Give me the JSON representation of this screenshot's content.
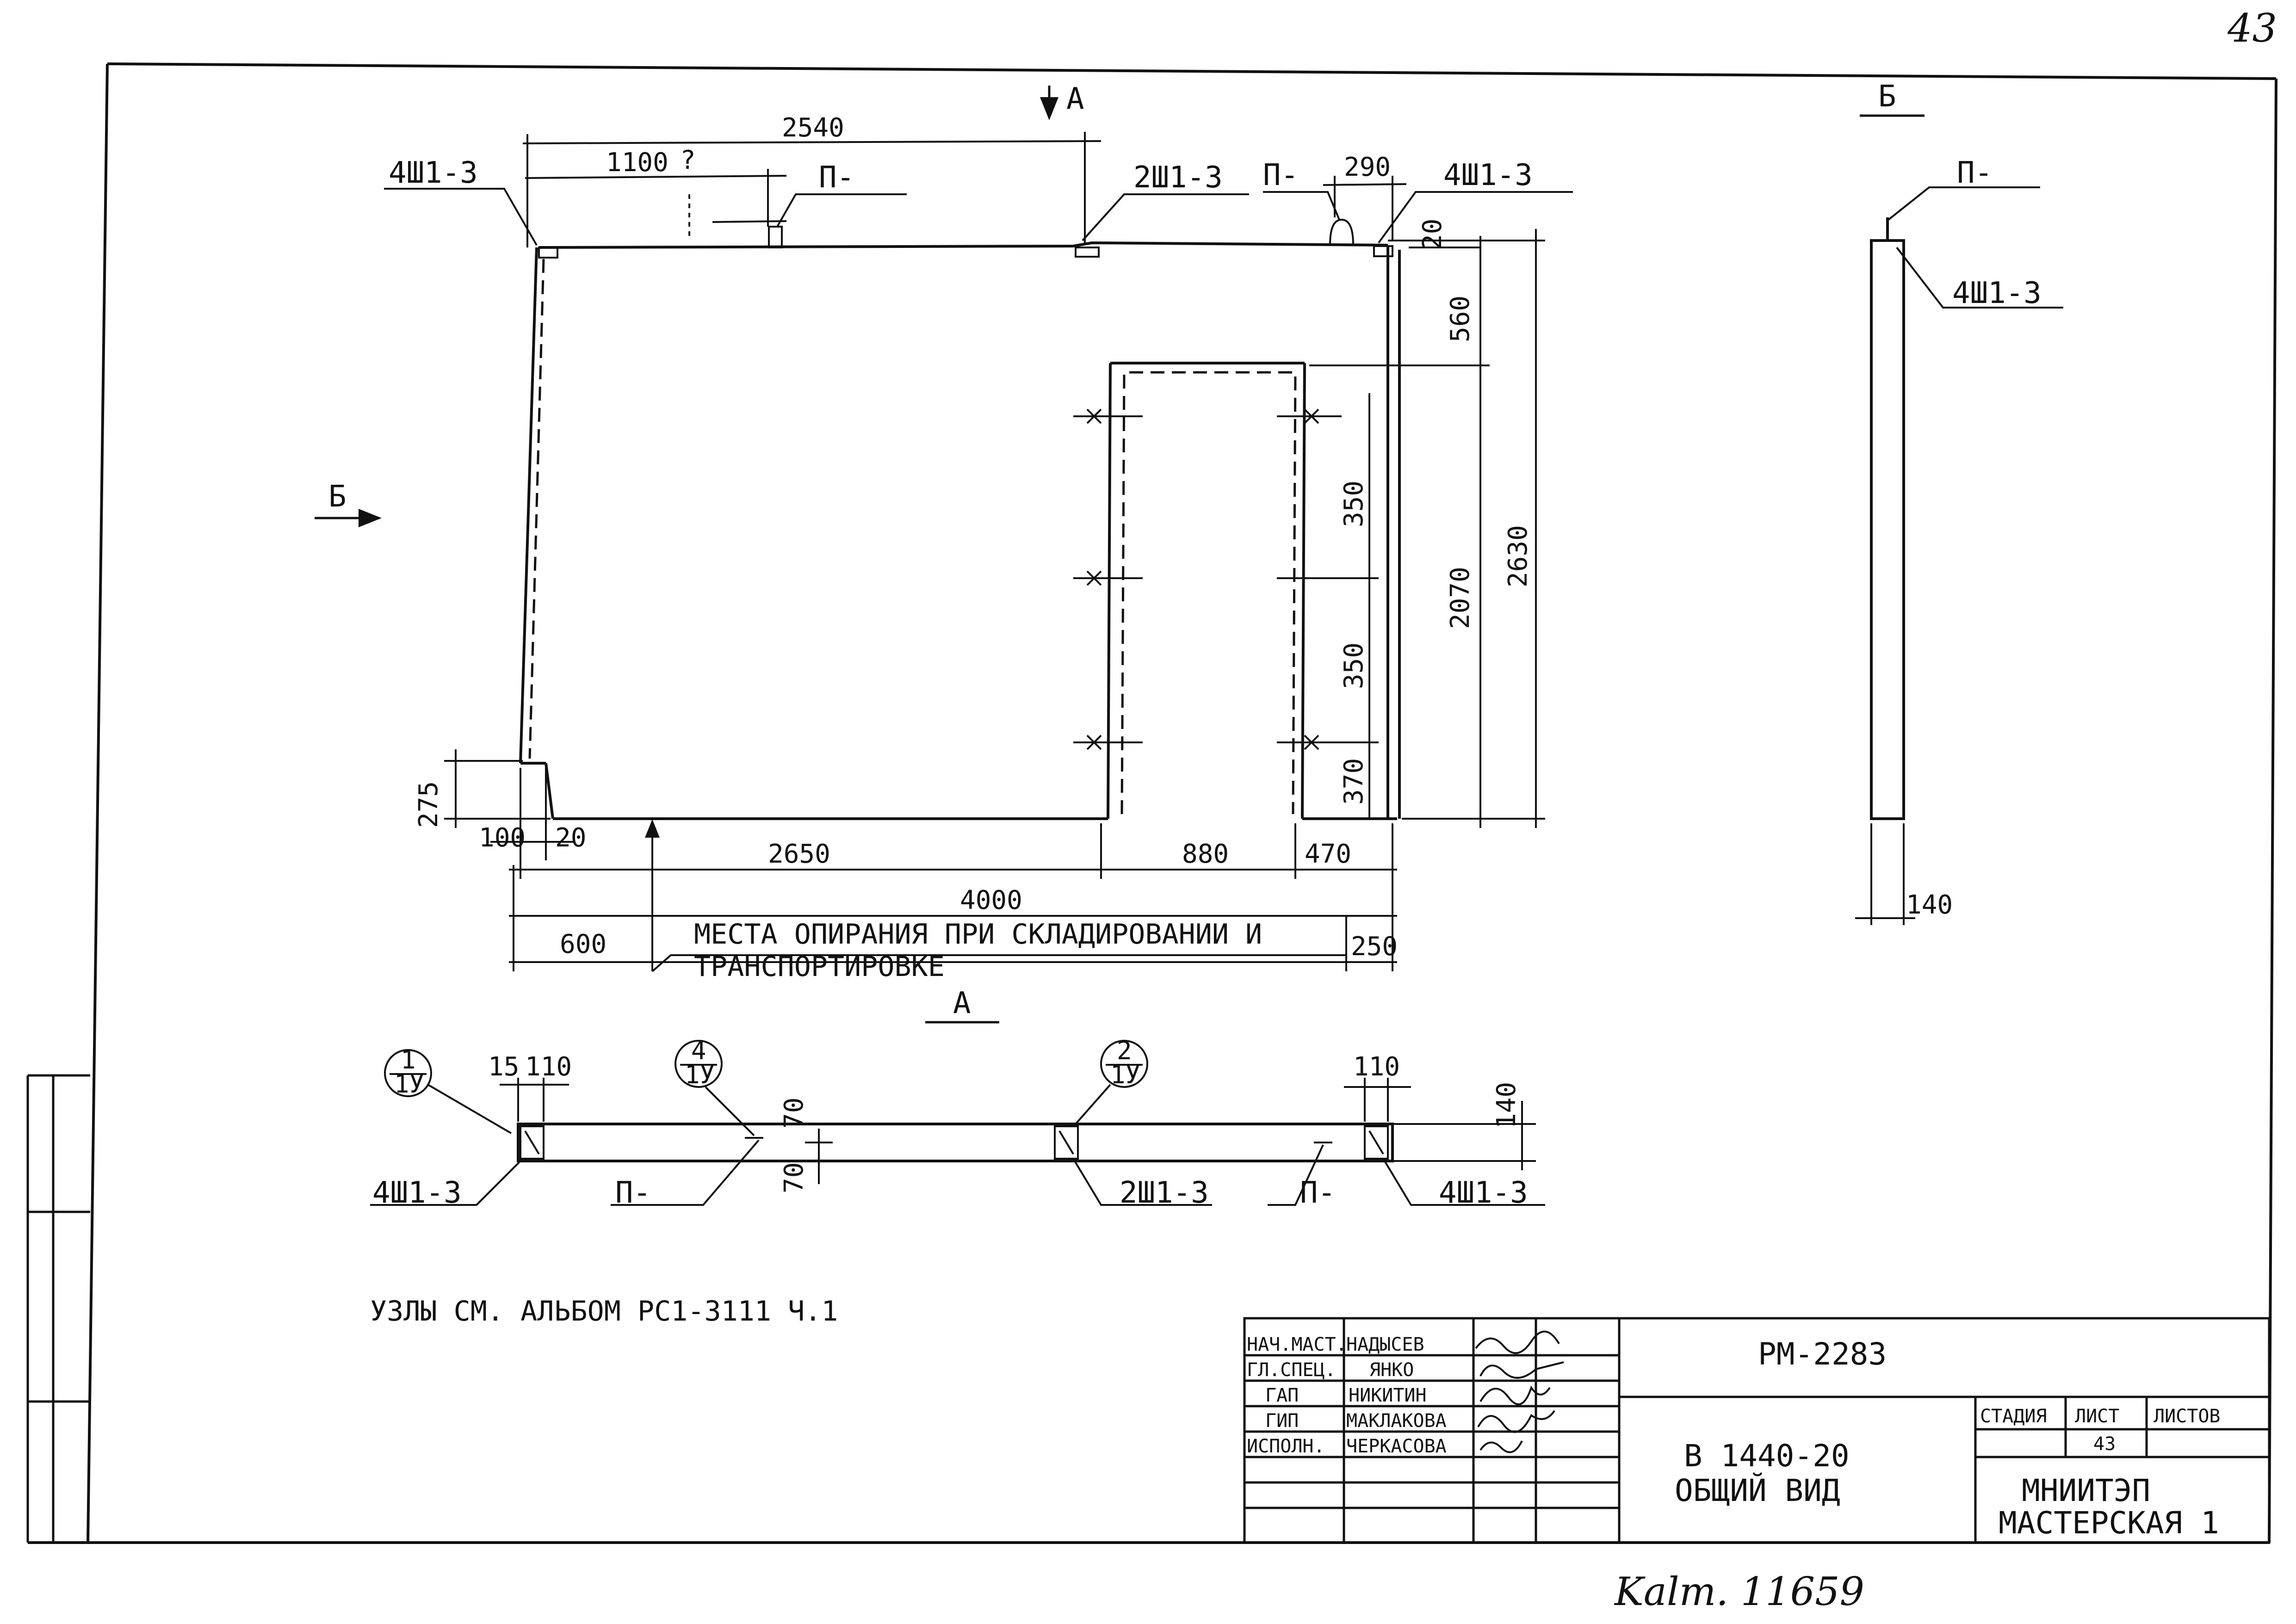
{
  "page_number": "43",
  "sections": {
    "a_top": "А",
    "a_bottom": "А",
    "b_left": "Б",
    "b_right": "Б"
  },
  "marks": {
    "m4sh1_left": "4Ш1-3",
    "m2sh1": "2Ш1-3",
    "m4sh1_right": "4Ш1-3",
    "m4sh1_section": "4Ш1-3",
    "p_left": "П-",
    "p_right": "П-",
    "p_section": "П-",
    "plan_4sh1_left": "4Ш1-3",
    "plan_2sh1": "2Ш1-3",
    "plan_4sh1_right": "4Ш1-3",
    "plan_p_left": "П-",
    "plan_p_right": "П-"
  },
  "dimensions": {
    "d2540": "2540",
    "d1100": "1100",
    "d1100_q": "?",
    "d290": "290",
    "d20_top": "20",
    "d560": "560",
    "d350a": "350",
    "d350b": "350",
    "d370": "370",
    "d2070": "2070",
    "d2630": "2630",
    "d275": "275",
    "d100": "100",
    "d20_bottom": "20",
    "d2650": "2650",
    "d880": "880",
    "d470": "470",
    "d4000": "4000",
    "d600": "600",
    "d250": "250",
    "d140_section": "140",
    "plan_15": "15",
    "plan_110_left": "110",
    "plan_70_top": "70",
    "plan_70_bottom": "70",
    "plan_110_right": "110",
    "plan_140": "140"
  },
  "support_note_line1": "МЕСТА ОПИРАНИЯ ПРИ СКЛАДИРОВАНИИ И",
  "support_note_line2": "ТРАНСПОРТИРОВКЕ",
  "callouts": {
    "c1_top": "1",
    "c1_bottom": "1У",
    "c4_top": "4",
    "c4_bottom": "1У",
    "c2_top": "2",
    "c2_bottom": "1У"
  },
  "nodes_note": "УЗЛЫ СМ. АЛЬБОМ РС1-3111 Ч.1",
  "title_block": {
    "roles": [
      "НАЧ.МАСТ.",
      "ГЛ.СПЕЦ.",
      "ГАП",
      "ГИП",
      "ИСПОЛН."
    ],
    "names": [
      "НАДЫСЕВ",
      "ЯНКО",
      "НИКИТИН",
      "МАКЛАКОВА",
      "ЧЕРКАСОВА"
    ],
    "code": "РМ-2283",
    "element": "В 1440-20",
    "view": "ОБЩИЙ ВИД",
    "stage_header": "СТАДИЯ",
    "sheet_header": "ЛИСТ",
    "sheets_header": "ЛИСТОВ",
    "sheet_no": "43",
    "org": "МНИИТЭП",
    "workshop": "МАСТЕРСКАЯ 1"
  },
  "handwritten_footer": "Kalm. 11659"
}
